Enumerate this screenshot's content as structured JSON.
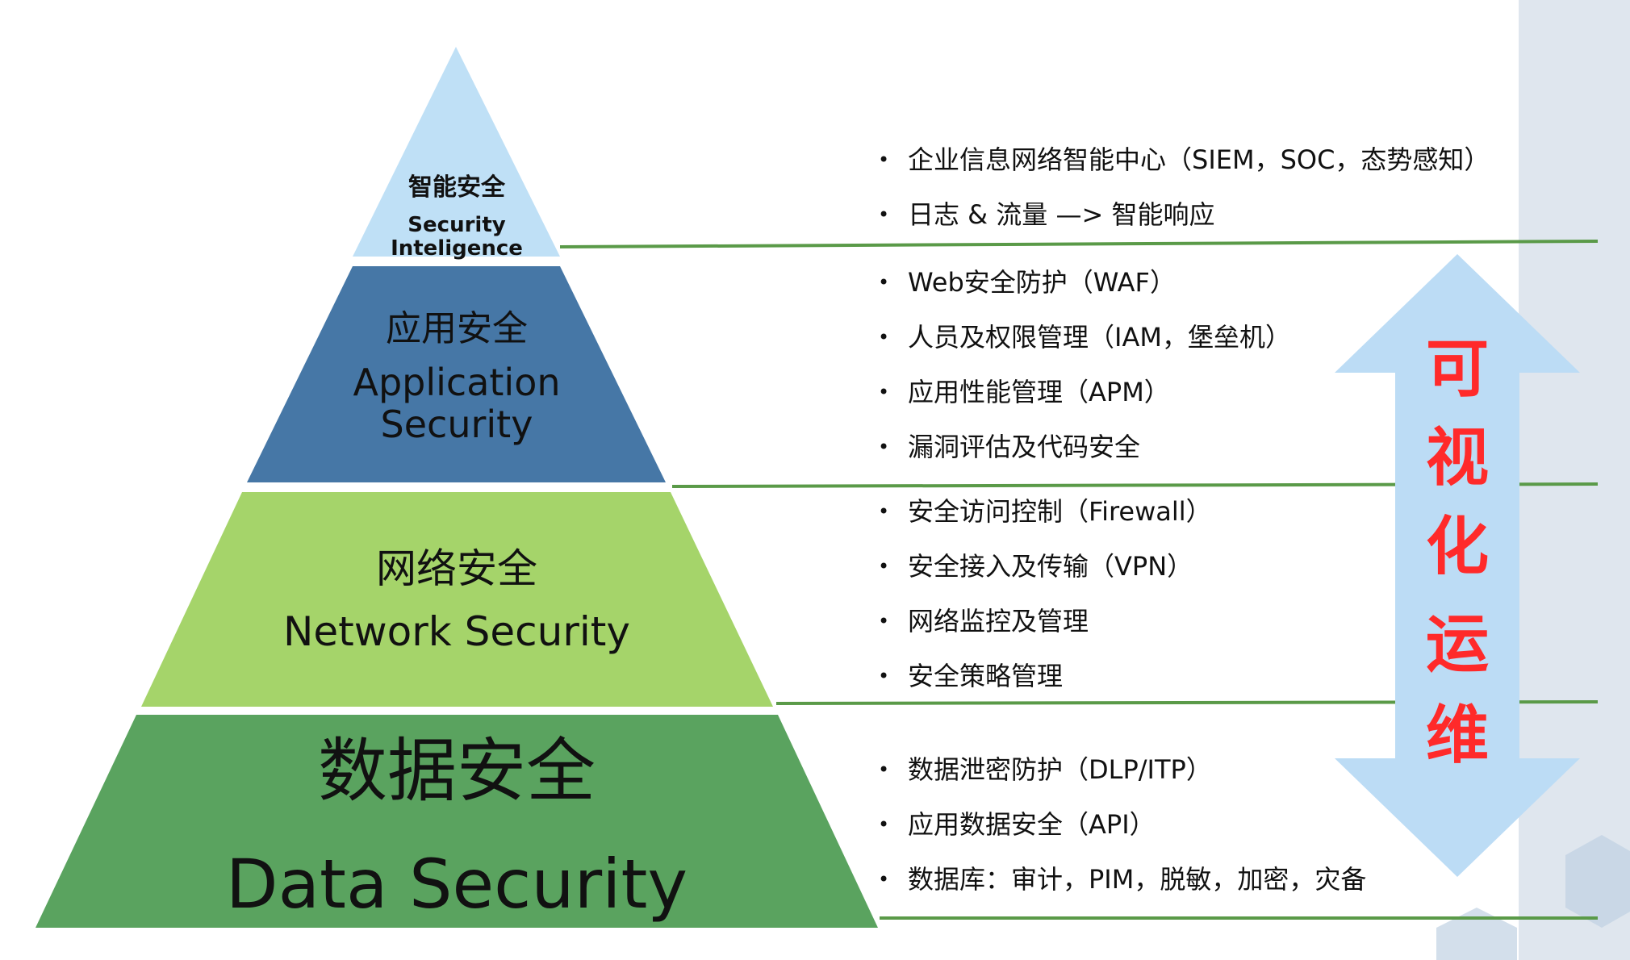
{
  "colors": {
    "tier_intelligence": "#bfe0f6",
    "tier_application": "#4677a6",
    "tier_network": "#a5d46a",
    "tier_data": "#5aa35f",
    "separator": "#5a9a48",
    "arrow": "#bcdcf5",
    "vertical_text": "#ff2a2a",
    "side_panel": "#dfe6ee"
  },
  "pyramid": {
    "intelligence": {
      "zh": "智能安全",
      "en_line1": "Security",
      "en_line2": "Inteligence"
    },
    "application": {
      "zh": "应用安全",
      "en_line1": "Application",
      "en_line2": "Security"
    },
    "network": {
      "zh": "网络安全",
      "en": "Network Security"
    },
    "data": {
      "zh": "数据安全",
      "en": "Data Security"
    }
  },
  "lists": {
    "intelligence": [
      "企业信息网络智能中心（SIEM，SOC，态势感知）",
      "日志 & 流量 —> 智能响应"
    ],
    "application": [
      "Web安全防护（WAF）",
      "人员及权限管理（IAM，堡垒机）",
      "应用性能管理（APM）",
      "漏洞评估及代码安全"
    ],
    "network": [
      "安全访问控制（Firewall）",
      "安全接入及传输（VPN）",
      "网络监控及管理",
      "安全策略管理"
    ],
    "data": [
      "数据泄密防护（DLP/ITP）",
      "应用数据安全（API）",
      "数据库：审计，PIM，脱敏，加密，灾备"
    ]
  },
  "visual_ops": {
    "chars": [
      "可",
      "视",
      "化",
      "运",
      "维"
    ],
    "icon": "double-arrow-icon"
  }
}
